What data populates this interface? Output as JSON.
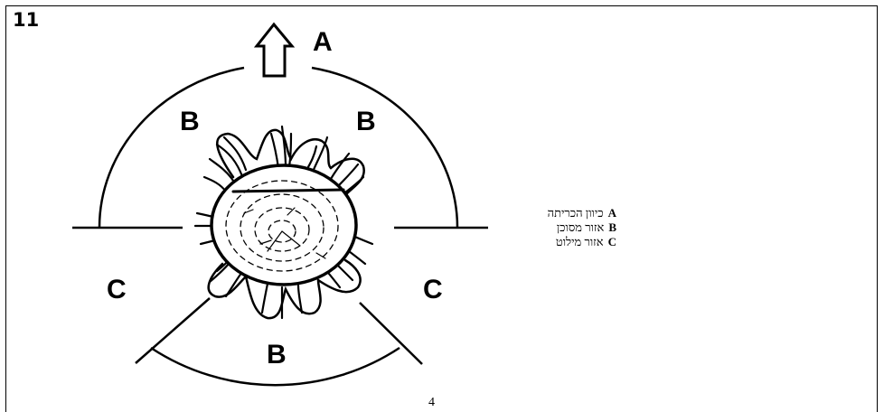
{
  "step_number": "11",
  "zone_labels": {
    "a": "A",
    "b_left": "B",
    "b_right": "B",
    "b_bottom": "B",
    "c_left": "C",
    "c_right": "C"
  },
  "legend": [
    {
      "key": "A",
      "text": "כיוון הכריתה"
    },
    {
      "key": "B",
      "text": "אזור מסוכן"
    },
    {
      "key": "C",
      "text": "אזור מילוט"
    }
  ],
  "page_number": "4",
  "icons": [
    "felling-direction-arrow-icon",
    "tree-stump-icon"
  ]
}
